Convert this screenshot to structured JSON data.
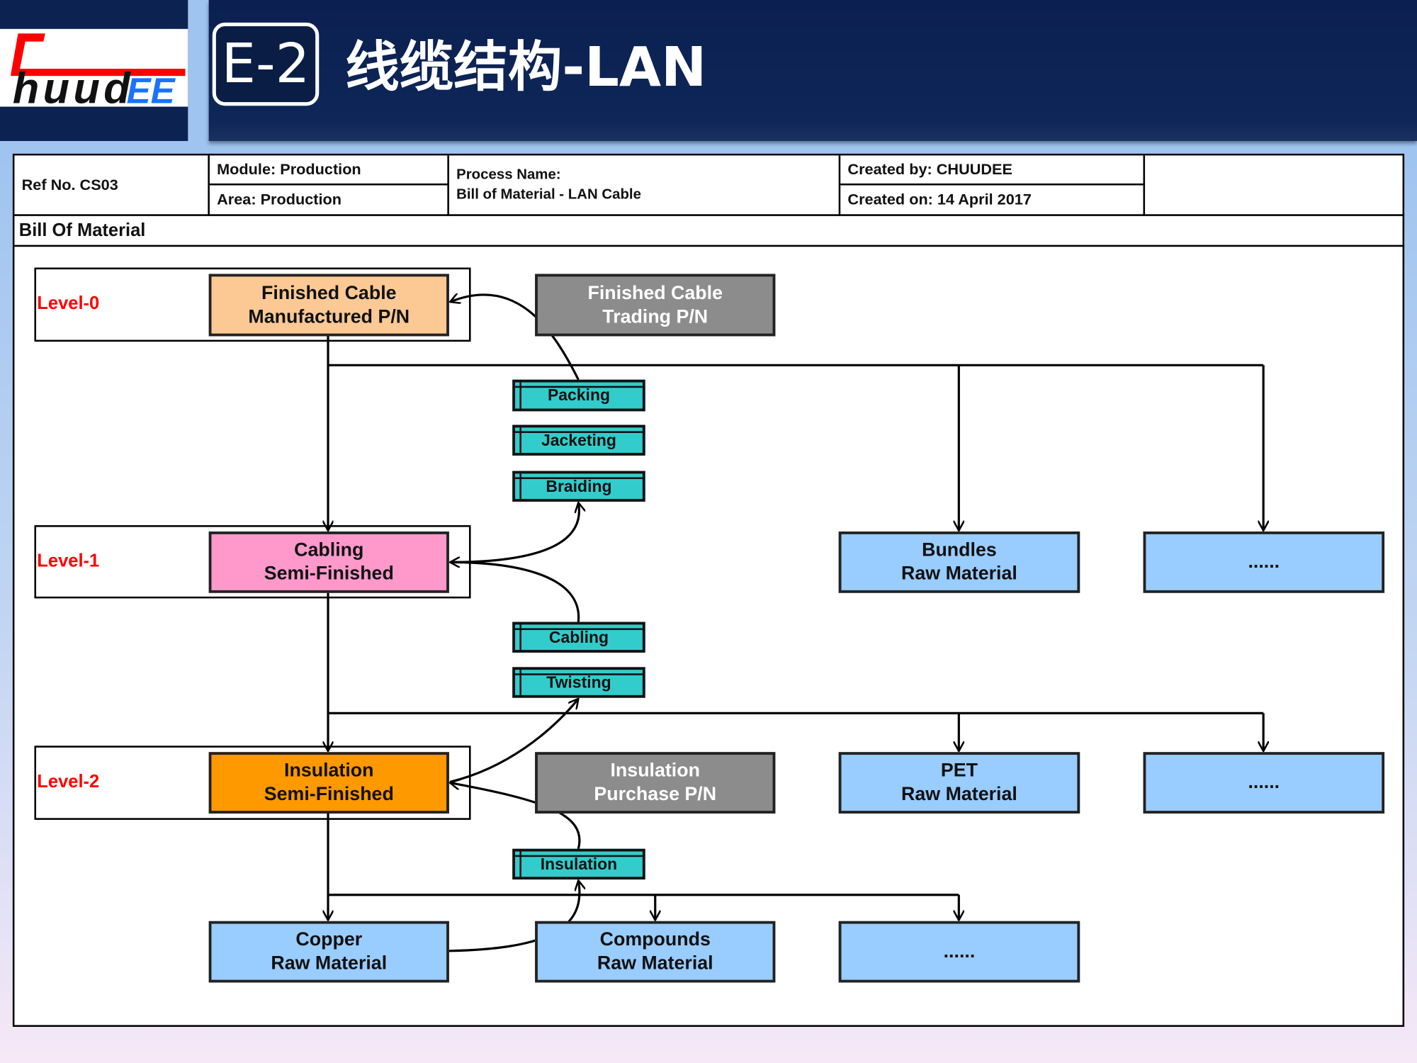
{
  "header": {
    "logo_text": "ChuudEE",
    "badge": "E-2",
    "title": "线缆结构-LAN",
    "colors": {
      "navy": "#0c2352",
      "logo_red": "#ff0000",
      "logo_blue": "#1a73ff"
    }
  },
  "info": {
    "ref_no": "Ref No. CS03",
    "module": "Module: Production",
    "area": "Area:  Production",
    "process_label": "Process Name:",
    "process_name": "Bill of Material - LAN Cable",
    "created_by": "Created by: CHUUDEE",
    "created_on": "Created on: 14 April 2017",
    "section_title": "Bill Of Material"
  },
  "levels": [
    {
      "label": "Level-0"
    },
    {
      "label": "Level-1"
    },
    {
      "label": "Level-2"
    }
  ],
  "nodes": {
    "fc_mfg": {
      "line1": "Finished Cable",
      "line2": "Manufactured P/N",
      "color": "#fcc994"
    },
    "fc_trading": {
      "line1": "Finished Cable",
      "line2": "Trading P/N",
      "color": "#8c8c8c"
    },
    "cabling_semi": {
      "line1": "Cabling",
      "line2": "Semi-Finished",
      "color": "#ff99cc"
    },
    "bundles": {
      "line1": "Bundles",
      "line2": "Raw Material",
      "color": "#99ccff"
    },
    "l1_more": {
      "line1": "......"
    },
    "insulation_semi": {
      "line1": "Insulation",
      "line2": "Semi-Finished",
      "color": "#ff9900"
    },
    "insulation_purchase": {
      "line1": "Insulation",
      "line2": "Purchase P/N",
      "color": "#8c8c8c"
    },
    "pet": {
      "line1": "PET",
      "line2": "Raw Material"
    },
    "l2_more": {
      "line1": "......"
    },
    "copper": {
      "line1": "Copper",
      "line2": "Raw Material"
    },
    "compounds": {
      "line1": "Compounds",
      "line2": "Raw Material"
    },
    "l3_more": {
      "line1": "......"
    }
  },
  "processes": {
    "packing": "Packing",
    "jacketing": "Jacketing",
    "braiding": "Braiding",
    "cabling": "Cabling",
    "twisting": "Twisting",
    "insulation": "Insulation",
    "color": "#33cccc"
  }
}
